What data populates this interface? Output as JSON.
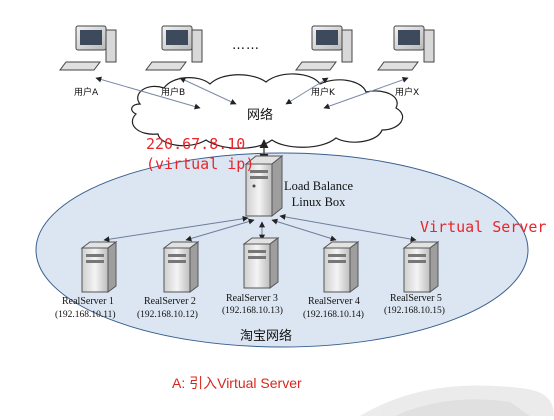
{
  "clients": [
    {
      "label": "用户A"
    },
    {
      "label": "用户B"
    },
    {
      "label": "用户K"
    },
    {
      "label": "用户X"
    }
  ],
  "ellipsis": "……",
  "network_label": "网络",
  "vip": {
    "address": "220.67.8.10",
    "note": "(virtual ip)"
  },
  "load_balancer": {
    "line1": "Load Balance",
    "line2": "Linux Box"
  },
  "virtual_server_label": "Virtual Server",
  "servers": [
    {
      "name": "RealServer 1",
      "ip": "(192.168.10.11)"
    },
    {
      "name": "RealServer 2",
      "ip": "(192.168.10.12)"
    },
    {
      "name": "RealServer 3",
      "ip": "(192.168.10.13)"
    },
    {
      "name": "RealServer 4",
      "ip": "(192.168.10.14)"
    },
    {
      "name": "RealServer 5",
      "ip": "(192.168.10.15)"
    }
  ],
  "lan_label": "淘宝网络",
  "caption": "A:  引入Virtual Server",
  "colors": {
    "ellipse_fill": "#dce6f2",
    "ellipse_stroke": "#3a5f8f",
    "accent_red": "#e8262b",
    "caption_red": "#d9261c"
  }
}
